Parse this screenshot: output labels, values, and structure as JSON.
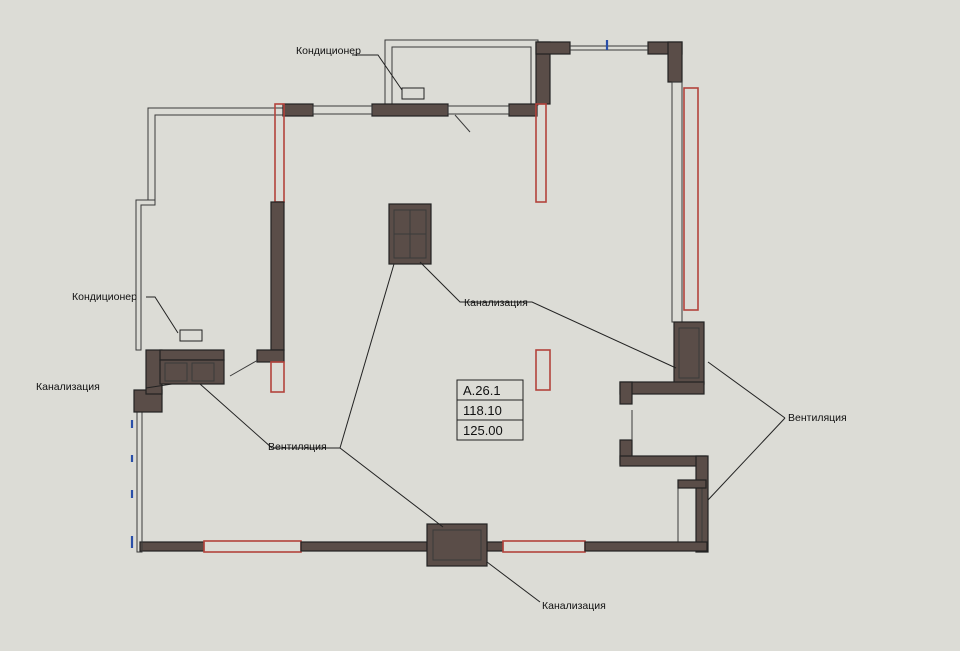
{
  "labels": {
    "ac_top": "Кондиционер",
    "ac_left": "Кондиционер",
    "sewer_center": "Канализация",
    "sewer_left": "Канализация",
    "sewer_bottom": "Канализация",
    "vent_left": "Вентиляция",
    "vent_right": "Вентиляция"
  },
  "room": {
    "id": "А.26.1",
    "area_1": "118.10",
    "area_2": "125.00"
  },
  "colors": {
    "background": "#dcdcd6",
    "wall": "#5a4d48",
    "window_red": "#b3433c",
    "marker_blue": "#2a4fa8"
  }
}
